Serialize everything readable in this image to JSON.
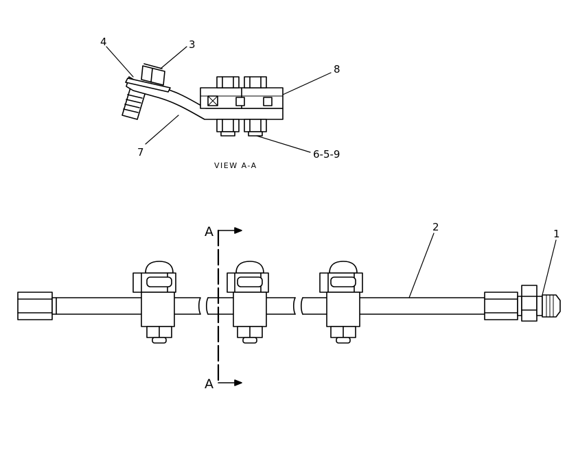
{
  "view_caption": "VIEW A-A",
  "section_marker": "A",
  "callouts": {
    "c1": "1",
    "c2": "2",
    "c3": "3",
    "c4": "4",
    "c5": "6-5-9",
    "c7": "7",
    "c8": "8"
  }
}
